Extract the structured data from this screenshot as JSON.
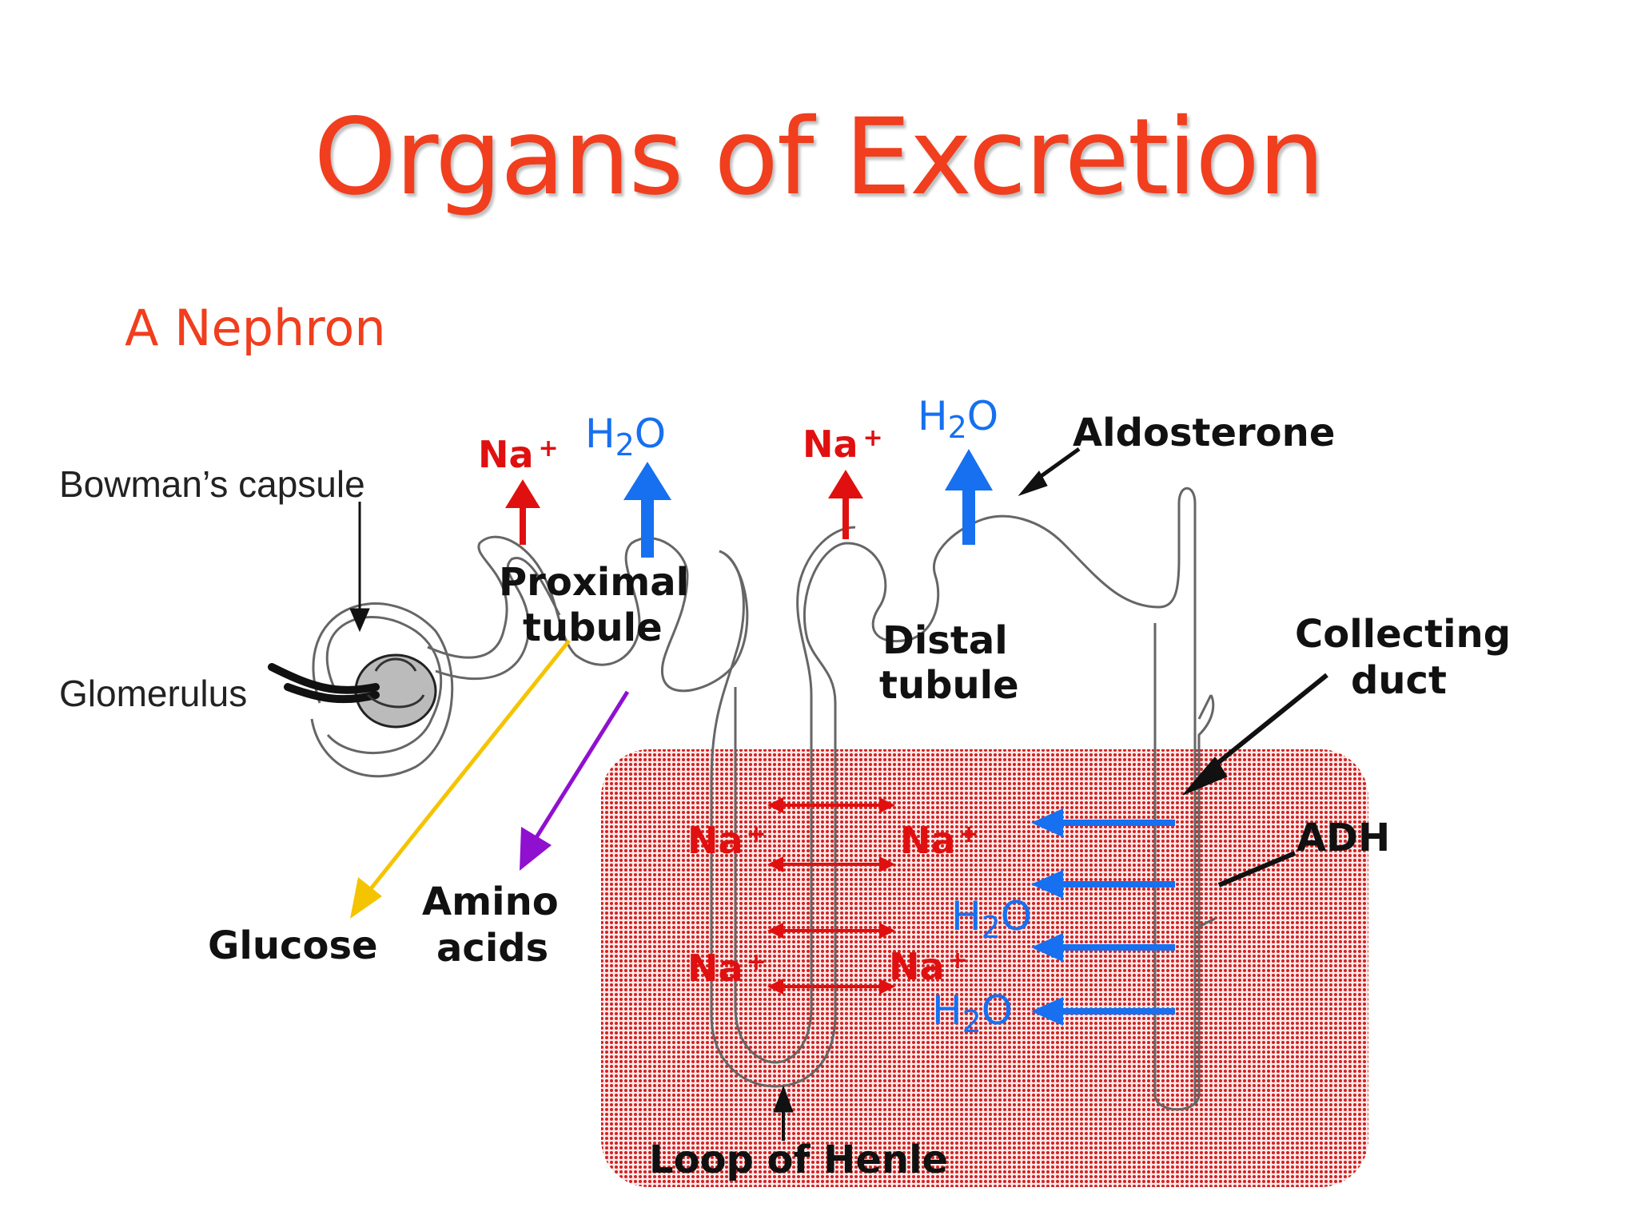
{
  "slide": {
    "title": "Organs of Excretion",
    "subtitle": "A Nephron"
  },
  "labels": {
    "bowmans_capsule": "Bowman’s capsule",
    "glomerulus": "Glomerulus",
    "proximal_tubule_1": "Proximal",
    "proximal_tubule_2": "tubule",
    "distal_tubule_1": "Distal",
    "distal_tubule_2": "tubule",
    "aldosterone": "Aldosterone",
    "collecting_duct_1": "Collecting",
    "collecting_duct_2": "duct",
    "adh": "ADH",
    "glucose": "Glucose",
    "amino_acids_1": "Amino",
    "amino_acids_2": "acids",
    "loop_of_henle": "Loop of Henle",
    "na": "Na",
    "plus": "+",
    "h2o_h": "H",
    "h2o_2": "2",
    "h2o_o": "O"
  },
  "colors": {
    "title": "#f03e1e",
    "sodium": "#e01010",
    "water": "#1670f0",
    "glucose": "#f5c400",
    "amino_acids": "#9010d0",
    "medulla_dots": "#d42020"
  }
}
